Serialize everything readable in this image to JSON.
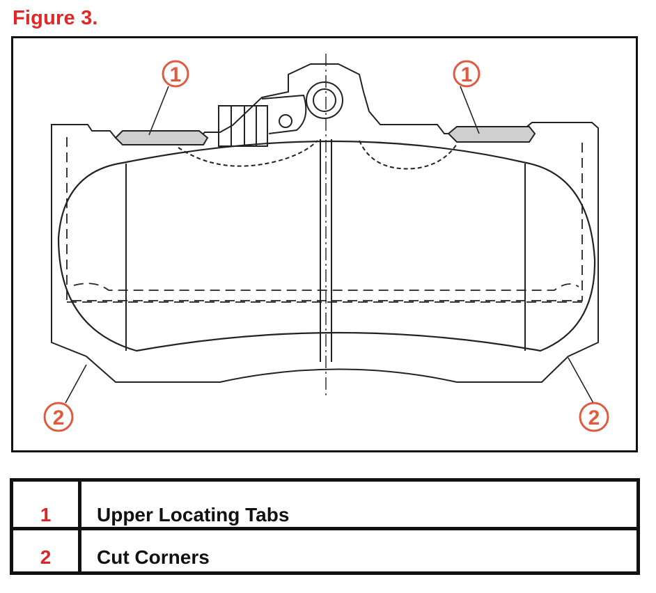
{
  "figure": {
    "title": "Figure 3."
  },
  "callouts": [
    {
      "id": "callout-1-left",
      "number": "1"
    },
    {
      "id": "callout-1-right",
      "number": "1"
    },
    {
      "id": "callout-2-left",
      "number": "2"
    },
    {
      "id": "callout-2-right",
      "number": "2"
    }
  ],
  "legend": [
    {
      "number": "1",
      "label": "Upper Locating Tabs"
    },
    {
      "number": "2",
      "label": "Cut Corners"
    }
  ],
  "colors": {
    "title": "#e02828",
    "callout": "#e05a3e",
    "legend_number": "#d8262b",
    "line": "#111111"
  }
}
